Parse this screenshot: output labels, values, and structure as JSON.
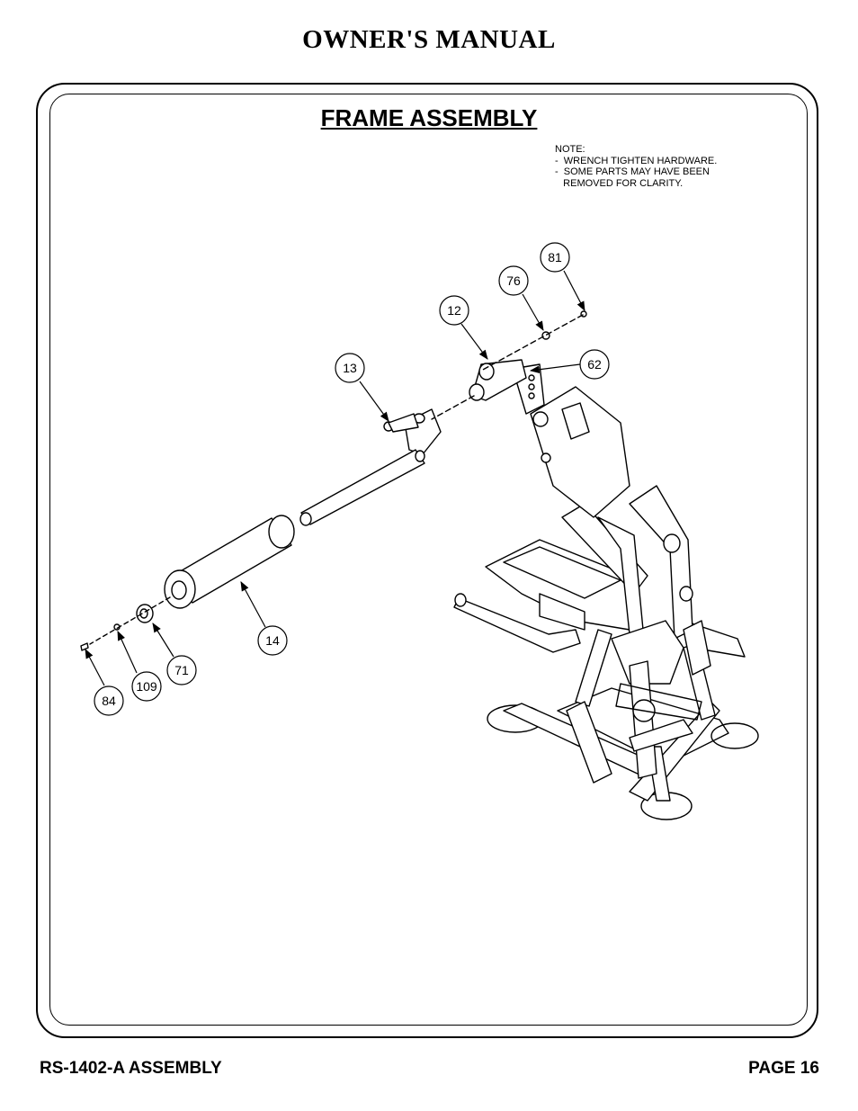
{
  "header": {
    "title": "OWNER'S MANUAL"
  },
  "section": {
    "title": "FRAME ASSEMBLY"
  },
  "note": {
    "lines": [
      "NOTE:",
      "-  WRENCH TIGHTEN HARDWARE.",
      "-  SOME PARTS MAY HAVE BEEN",
      "   REMOVED FOR CLARITY."
    ]
  },
  "callouts": {
    "c81": "81",
    "c76": "76",
    "c12": "12",
    "c62": "62",
    "c13": "13",
    "c14": "14",
    "c71": "71",
    "c109": "109",
    "c84": "84"
  },
  "footer": {
    "left": "RS-1402-A ASSEMBLY",
    "right": "PAGE 16"
  }
}
